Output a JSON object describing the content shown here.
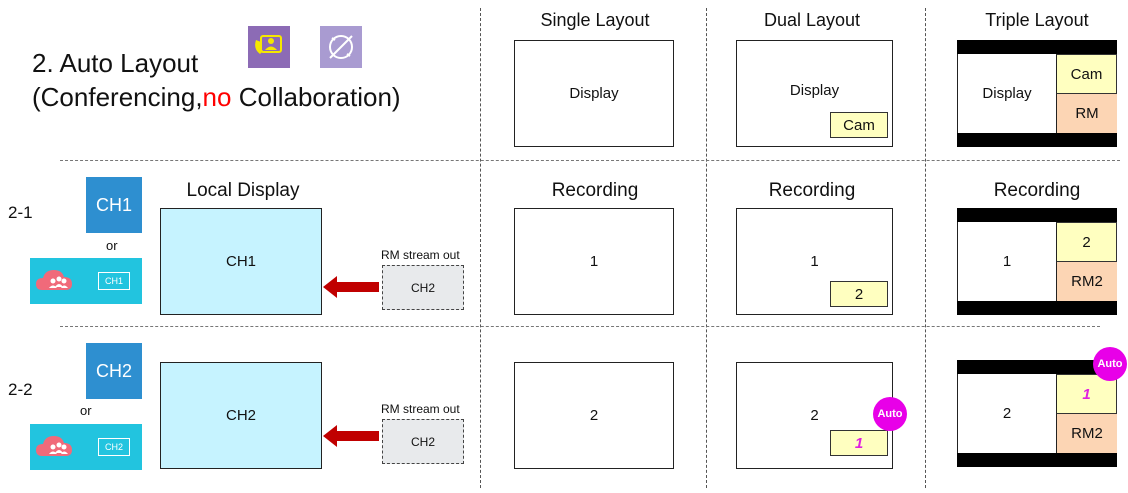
{
  "header": {
    "title_line1": "2. Auto Layout",
    "title_line2_a": "(Conferencing,",
    "title_line2_no": "no",
    "title_line2_b": "Collaboration)",
    "icons": [
      "conferencing-icon",
      "collaboration-off-icon"
    ]
  },
  "columns": {
    "single": "Single Layout",
    "dual": "Dual Layout",
    "triple": "Triple Layout"
  },
  "layouts": {
    "single_main": "Display",
    "dual_main": "Display",
    "dual_pip": "Cam",
    "triple_main": "Display",
    "triple_top": "Cam",
    "triple_bottom": "RM"
  },
  "row1": {
    "label": "2-1",
    "or": "or",
    "ch_tile": "CH1",
    "ch_small": "CH1",
    "local_title": "Local Display",
    "local_box": "CH1",
    "rm_label": "RM stream out",
    "rm_box": "CH2",
    "rec_single_title": "Recording",
    "rec_dual_title": "Recording",
    "rec_triple_title": "Recording",
    "rec_single": "1",
    "rec_dual_main": "1",
    "rec_dual_pip": "2",
    "rec_triple_main": "1",
    "rec_triple_top": "2",
    "rec_triple_bottom": "RM2"
  },
  "row2": {
    "label": "2-2",
    "or": "or",
    "ch_tile": "CH2",
    "ch_small": "CH2",
    "local_box": "CH2",
    "rm_label": "RM stream out",
    "rm_box": "CH2",
    "rec_single": "2",
    "rec_dual_main": "2",
    "rec_dual_pip": "1",
    "rec_dual_badge": "Auto",
    "rec_triple_main": "2",
    "rec_triple_top": "1",
    "rec_triple_badge": "Auto",
    "rec_triple_bottom": "RM2"
  },
  "colors": {
    "accent_red": "#ff0000",
    "arrow": "#c00000",
    "tile_blue": "#2e8fd0",
    "tile_cyan": "#22c4df",
    "cloud_pink": "#f06a7a",
    "icon_purple": "#8c6bb5",
    "auto_badge": "#e800e8"
  }
}
